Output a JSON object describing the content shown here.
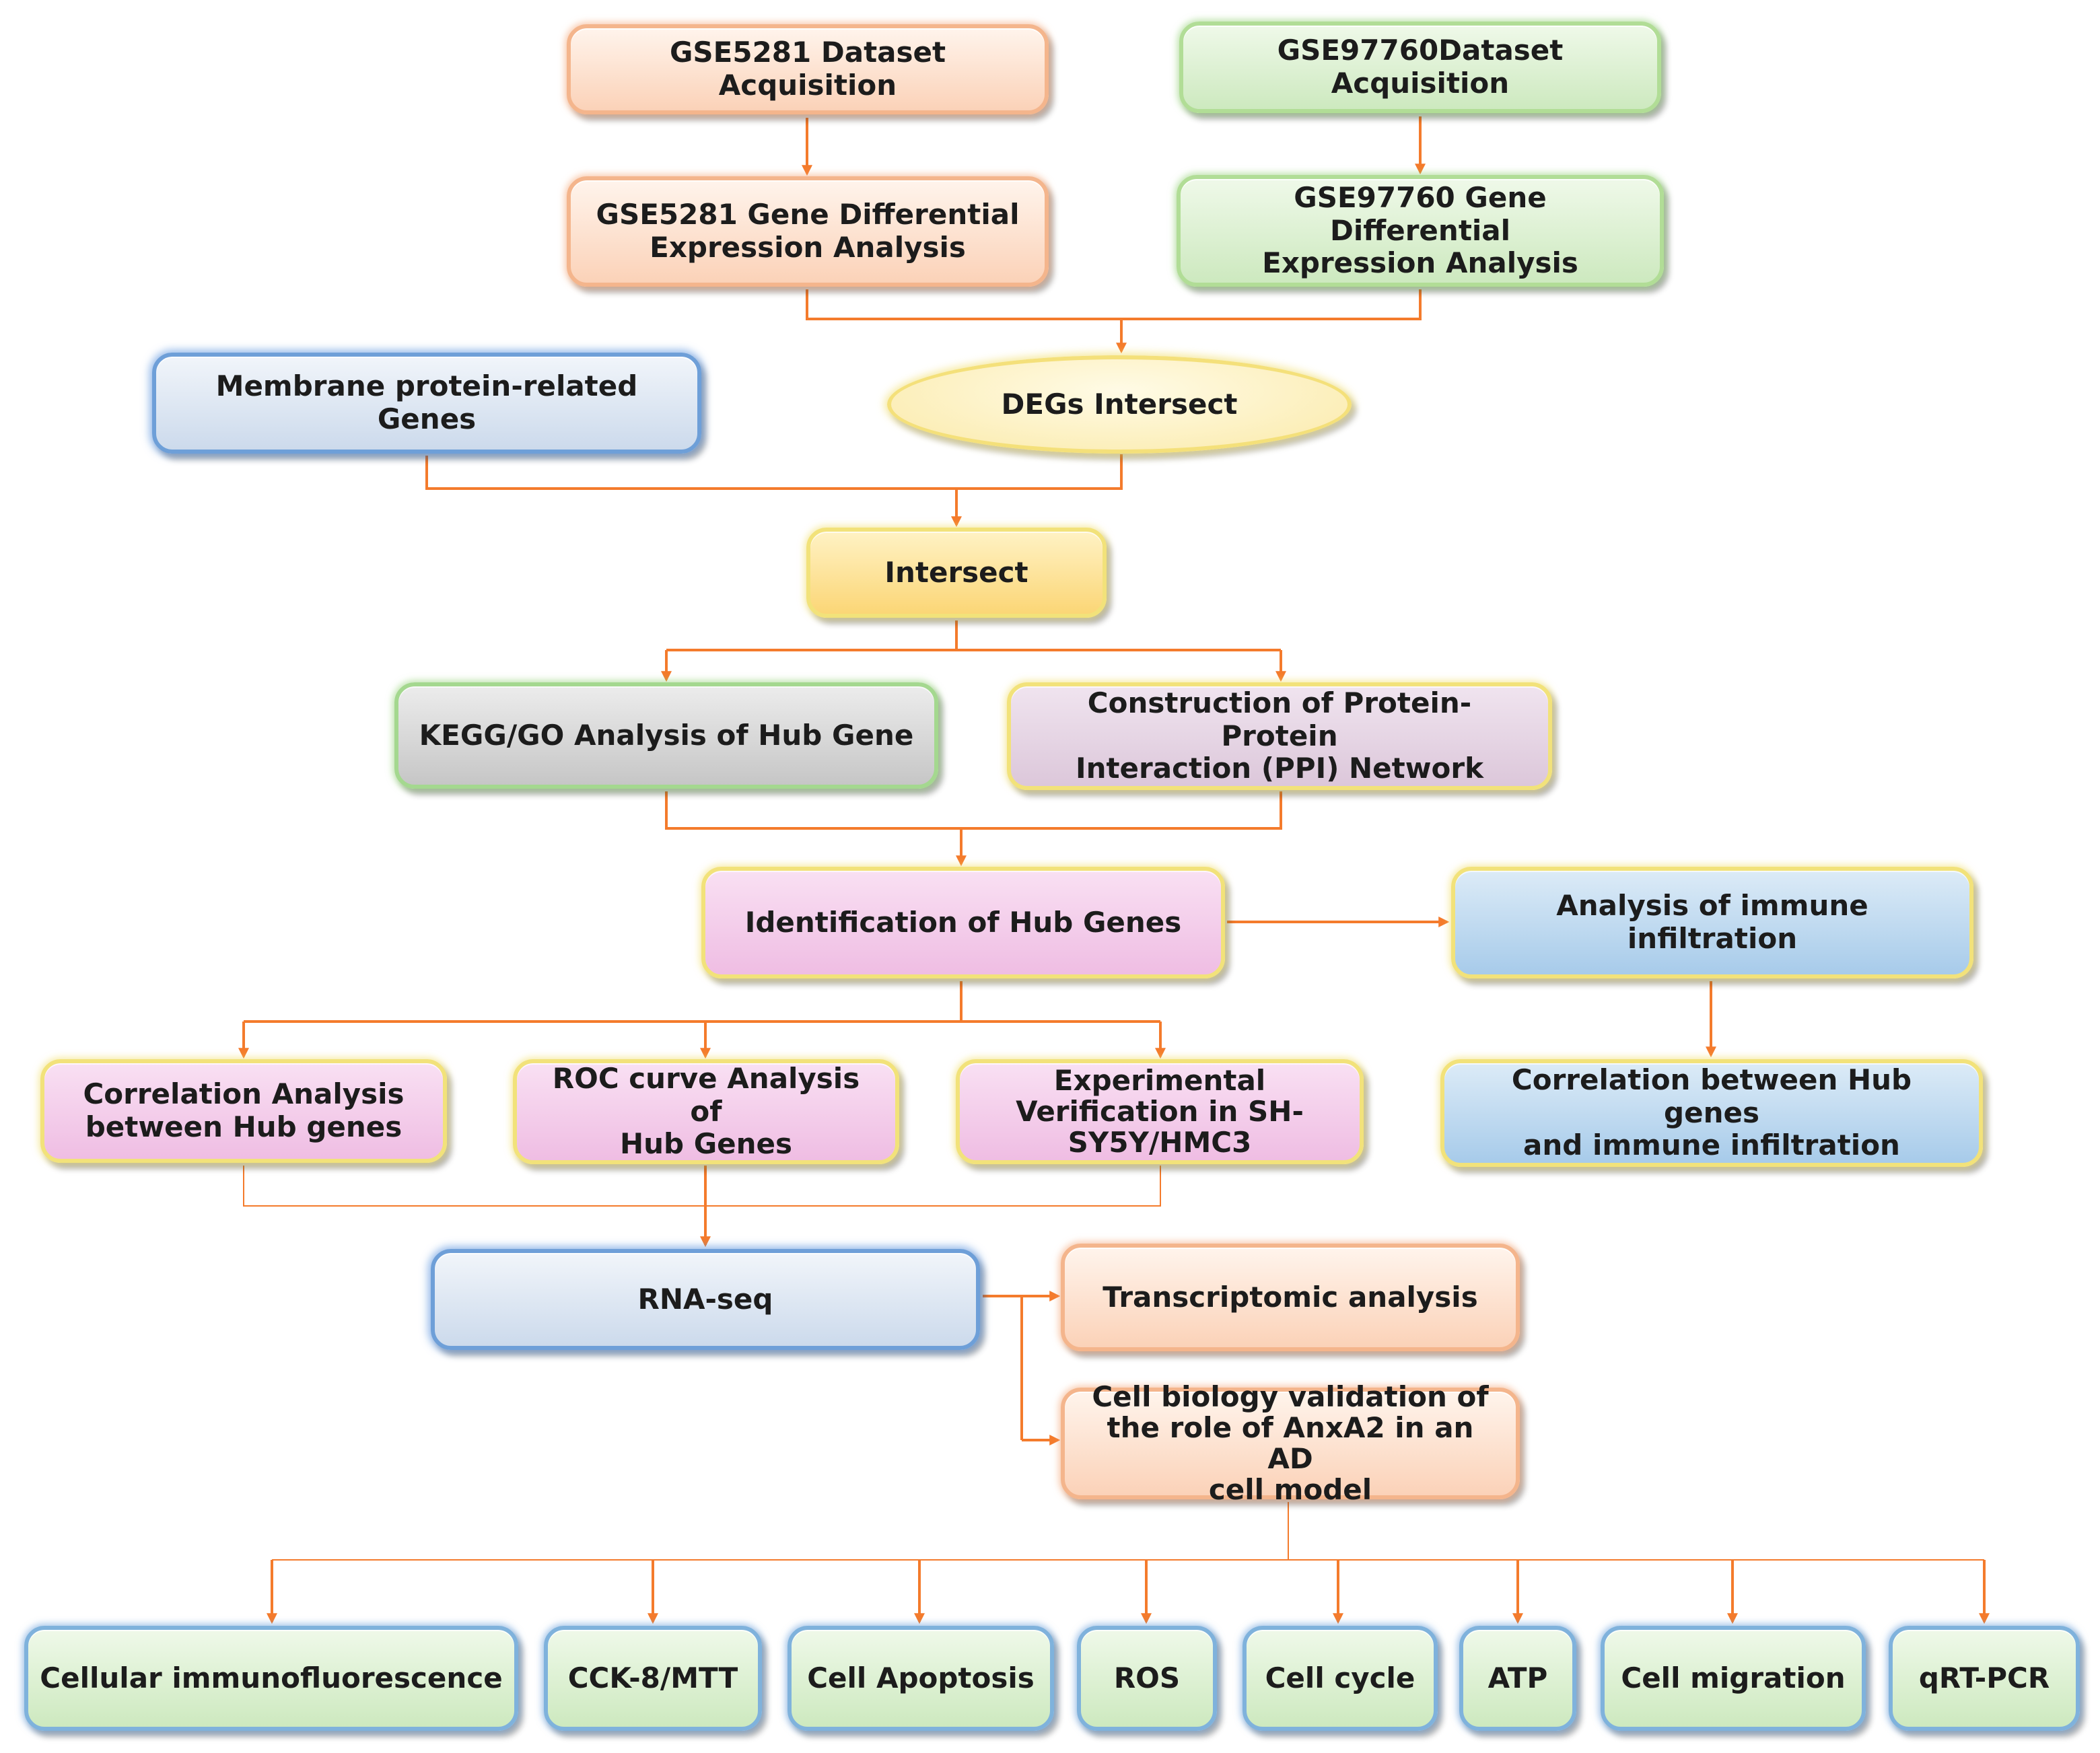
{
  "nodes": {
    "gse5281_acq": "GSE5281 Dataset Acquisition",
    "gse97760_acq": "GSE97760Dataset Acquisition",
    "gse5281_dea": [
      "GSE5281 Gene Differential",
      "Expression Analysis"
    ],
    "gse97760_dea": [
      "GSE97760 Gene Differential",
      "Expression Analysis"
    ],
    "membrane_genes": "Membrane protein-related Genes",
    "degs_intersect": "DEGs Intersect",
    "intersect": "Intersect",
    "kegg_go": "KEGG/GO Analysis of Hub Gene",
    "ppi": [
      "Construction of Protein-Protein",
      "Interaction (PPI) Network"
    ],
    "hub_genes": "Identification of Hub Genes",
    "immune_infiltration": "Analysis of immune infiltration",
    "corr_hub": [
      "Correlation Analysis",
      "between Hub genes"
    ],
    "roc": [
      "ROC curve Analysis of",
      "Hub Genes"
    ],
    "exp_verification": [
      "Experimental",
      "Verification in SH-",
      "SY5Y/HMC3"
    ],
    "corr_immune": [
      "Correlation between Hub genes",
      "and immune infiltration"
    ],
    "rnaseq": "RNA-seq",
    "transcriptomic": "Transcriptomic analysis",
    "cell_biology": [
      "Cell biology validation of",
      "the role of AnxA2 in an AD",
      "cell model"
    ],
    "cellular_if": "Cellular immunofluorescence",
    "cck8": "CCK-8/MTT",
    "apoptosis": "Cell Apoptosis",
    "ros": "ROS",
    "cell_cycle": "Cell cycle",
    "atp": "ATP",
    "migration": "Cell migration",
    "qrtpcr": "qRT-PCR"
  },
  "colors": {
    "connector": "#f47b2c"
  }
}
